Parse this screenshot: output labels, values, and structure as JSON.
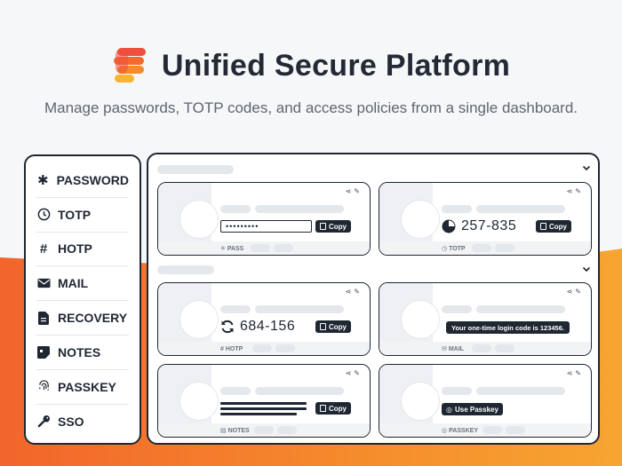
{
  "header": {
    "title": "Unified Secure Platform",
    "subtitle": "Manage passwords, TOTP codes, and access policies from a single dashboard."
  },
  "colors": {
    "accent_orange": "#f26a2e",
    "accent_yellow": "#f7a531",
    "dark": "#1f2733"
  },
  "sidebar": {
    "items": [
      {
        "label": "PASSWORD",
        "icon": "asterisk-icon"
      },
      {
        "label": "TOTP",
        "icon": "clock-icon"
      },
      {
        "label": "HOTP",
        "icon": "hash-lock-icon"
      },
      {
        "label": "MAIL",
        "icon": "envelope-icon"
      },
      {
        "label": "RECOVERY",
        "icon": "document-icon"
      },
      {
        "label": "NOTES",
        "icon": "note-icon"
      },
      {
        "label": "PASSKEY",
        "icon": "fingerprint-icon"
      },
      {
        "label": "SSO",
        "icon": "key-icon"
      }
    ]
  },
  "cards": {
    "password": {
      "masked_value": "•••••••••",
      "copy_label": "Copy",
      "footer": "PASS"
    },
    "totp": {
      "code": "257-835",
      "copy_label": "Copy",
      "footer": "TOTP"
    },
    "hotp": {
      "code": "684-156",
      "copy_label": "Copy",
      "footer": "HOTP"
    },
    "mail": {
      "message": "Your one-time login code is 123456.",
      "footer": "MAIL"
    },
    "notes": {
      "copy_label": "Copy",
      "footer": "NOTES"
    },
    "passkey": {
      "button_label": "Use Passkey",
      "footer": "PASSKEY"
    }
  }
}
